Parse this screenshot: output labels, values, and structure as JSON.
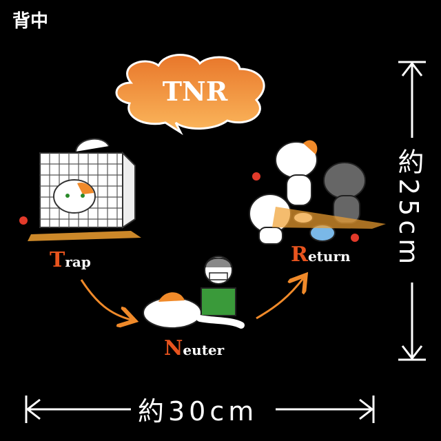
{
  "corner_label": "背中",
  "title": "TNR",
  "steps": {
    "trap": {
      "initial": "T",
      "rest": "rap"
    },
    "neuter": {
      "initial": "N",
      "rest": "euter"
    },
    "return": {
      "initial": "R",
      "rest": "eturn"
    }
  },
  "dimensions": {
    "width": "約30cm",
    "height": "約25cm"
  },
  "colors": {
    "background": "#000000",
    "accent": "#f08a2a",
    "outline": "#ffffff"
  }
}
